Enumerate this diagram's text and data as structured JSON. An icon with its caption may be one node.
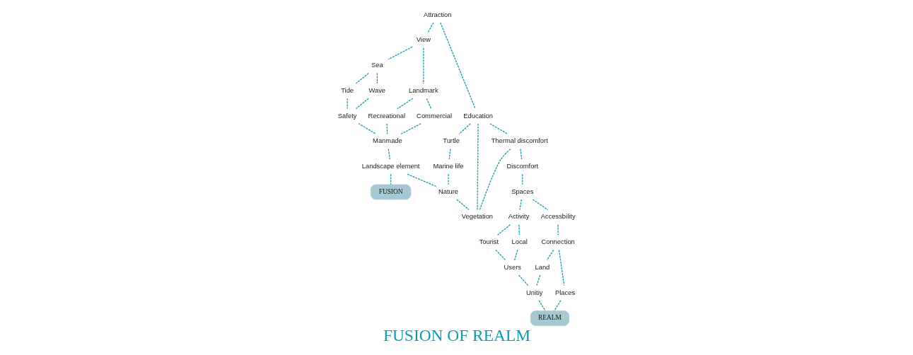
{
  "diagram": {
    "title": "FUSION OF REALM",
    "nodes": [
      {
        "text": [
          "Attraction"
        ]
      },
      {
        "text": [
          "View"
        ]
      },
      {
        "text": [
          "Education"
        ]
      },
      {
        "text": [
          "Sea"
        ]
      },
      {
        "text": [
          "Landmark"
        ]
      },
      {
        "text": [
          "Tide"
        ]
      },
      {
        "text": [
          "Wave"
        ]
      },
      {
        "text": [
          "Recreational"
        ]
      },
      {
        "text": [
          "Safety"
        ]
      },
      {
        "text": [
          "Commercial"
        ]
      },
      {
        "text": [
          "Manmade"
        ]
      },
      {
        "text": [
          "Landscape element"
        ]
      },
      {
        "text": [
          "FUSION"
        ]
      },
      {
        "text": [
          "Turtle"
        ]
      },
      {
        "text": [
          "Marine life"
        ]
      },
      {
        "text": [
          "Nature"
        ]
      },
      {
        "text": [
          "Vegetation"
        ]
      },
      {
        "text": [
          "Thermal discomfort"
        ]
      },
      {
        "text": [
          "Discomfort"
        ]
      },
      {
        "text": [
          "Spaces"
        ]
      },
      {
        "text": [
          "Activity"
        ]
      },
      {
        "text": [
          "Accessbility"
        ]
      },
      {
        "text": [
          "Tourist"
        ]
      },
      {
        "text": [
          "Local"
        ]
      },
      {
        "text": [
          "Connection"
        ]
      },
      {
        "text": [
          "Users"
        ]
      },
      {
        "text": [
          "Land"
        ]
      },
      {
        "text": [
          "Unitiy"
        ]
      },
      {
        "text": [
          "Places"
        ]
      },
      {
        "text": [
          "REALM"
        ]
      }
    ],
    "edges": [
      {
        "from": 0,
        "to": 1,
        "arrow": "none"
      },
      {
        "from": 0,
        "to": 2,
        "arrow": "none"
      },
      {
        "from": 1,
        "to": 3,
        "arrow": "none"
      },
      {
        "from": 1,
        "to": 4,
        "arrow": "none"
      },
      {
        "from": 3,
        "to": 5,
        "arrow": "none"
      },
      {
        "from": 3,
        "to": 6,
        "arrow": "none"
      },
      {
        "from": 5,
        "to": 8,
        "arrow": "none"
      },
      {
        "from": 6,
        "to": 8,
        "arrow": "none"
      },
      {
        "from": 4,
        "to": 9,
        "arrow": "none"
      },
      {
        "from": 4,
        "to": 7,
        "arrow": "none"
      },
      {
        "from": 9,
        "to": 10,
        "arrow": "none"
      },
      {
        "from": 7,
        "to": 10,
        "arrow": "none"
      },
      {
        "from": 8,
        "to": 10,
        "arrow": "none"
      },
      {
        "from": 10,
        "to": 11,
        "arrow": "none"
      },
      {
        "from": 11,
        "to": 12,
        "arrow": "none"
      },
      {
        "from": 11,
        "to": 15,
        "arrow": "none"
      },
      {
        "from": 2,
        "to": 13,
        "arrow": "none"
      },
      {
        "from": 13,
        "to": 14,
        "arrow": "none"
      },
      {
        "from": 14,
        "to": 15,
        "arrow": "none"
      },
      {
        "from": 15,
        "to": 16,
        "arrow": "none"
      },
      {
        "from": 2,
        "to": 17,
        "arrow": "none"
      },
      {
        "from": 2,
        "to": 16,
        "arrow": "none"
      },
      {
        "from": 17,
        "to": 16,
        "arrow": "none"
      },
      {
        "from": 17,
        "to": 18,
        "arrow": "none"
      },
      {
        "from": 18,
        "to": 19,
        "arrow": "none"
      },
      {
        "from": 19,
        "to": 20,
        "arrow": "none"
      },
      {
        "from": 19,
        "to": 21,
        "arrow": "none"
      },
      {
        "from": 20,
        "to": 22,
        "arrow": "none"
      },
      {
        "from": 20,
        "to": 23,
        "arrow": "none"
      },
      {
        "from": 22,
        "to": 25,
        "arrow": "none"
      },
      {
        "from": 23,
        "to": 25,
        "arrow": "none"
      },
      {
        "from": 21,
        "to": 24,
        "arrow": "none"
      },
      {
        "from": 24,
        "to": 26,
        "arrow": "none"
      },
      {
        "from": 24,
        "to": 28,
        "arrow": "none"
      },
      {
        "from": 25,
        "to": 27,
        "arrow": "none"
      },
      {
        "from": 26,
        "to": 27,
        "arrow": "none"
      },
      {
        "from": 27,
        "to": 29,
        "arrow": "none"
      },
      {
        "from": 28,
        "to": 29,
        "arrow": "none"
      }
    ]
  }
}
